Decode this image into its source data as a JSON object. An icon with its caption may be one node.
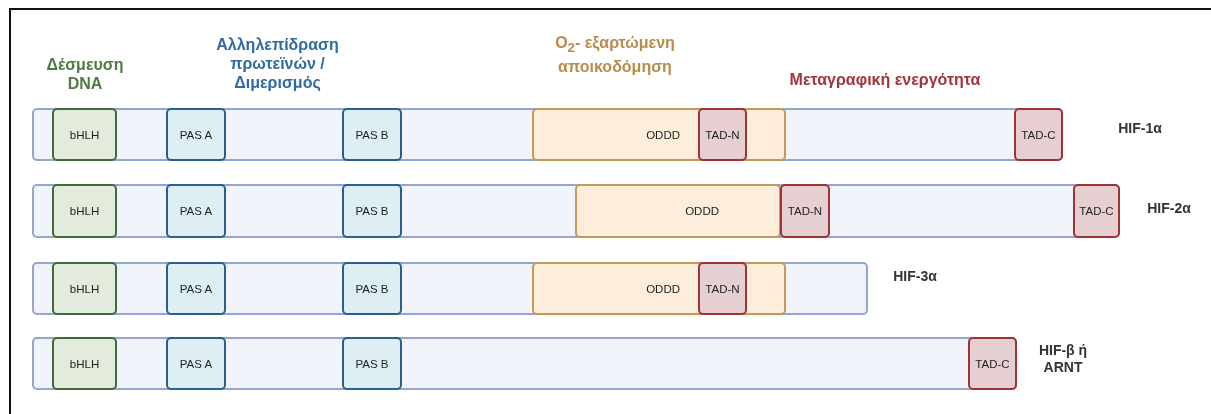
{
  "diagram": {
    "nodes": [
      {
        "text": [],
        "shape": "bar",
        "beside": [
          "HIF-1α"
        ]
      },
      {
        "text": [
          "bHLH"
        ],
        "in": 0
      },
      {
        "text": [
          "PAS A"
        ],
        "in": 0
      },
      {
        "text": [
          "PAS B"
        ],
        "in": 0
      },
      {
        "text": [
          "ODDD"
        ],
        "in": 0
      },
      {
        "text": [
          "TAD-N"
        ],
        "in": 4
      },
      {
        "text": [
          "TAD-C"
        ],
        "in": 0
      },
      {
        "text": [],
        "shape": "bar",
        "beside": [
          "HIF-2α"
        ]
      },
      {
        "text": [
          "bHLH"
        ],
        "in": 7
      },
      {
        "text": [
          "PAS A"
        ],
        "in": 7
      },
      {
        "text": [
          "PAS B"
        ],
        "in": 7
      },
      {
        "text": [
          "ODDD"
        ],
        "in": 7
      },
      {
        "text": [
          "TAD-N"
        ],
        "in": 7
      },
      {
        "text": [
          "TAD-C"
        ],
        "in": 7
      },
      {
        "text": [],
        "shape": "bar",
        "beside": [
          "HIF-3α"
        ]
      },
      {
        "text": [
          "bHLH"
        ],
        "in": 14
      },
      {
        "text": [
          "PAS A"
        ],
        "in": 14
      },
      {
        "text": [
          "PAS B"
        ],
        "in": 14
      },
      {
        "text": [
          "ODDD"
        ],
        "in": 14
      },
      {
        "text": [
          "TAD-N"
        ],
        "in": 18
      },
      {
        "text": [],
        "shape": "bar",
        "beside": [
          "HIF-β ή ARNT"
        ]
      },
      {
        "text": [
          "bHLH"
        ],
        "in": 20
      },
      {
        "text": [
          "PAS A"
        ],
        "in": 20
      },
      {
        "text": [
          "PAS B"
        ],
        "in": 20
      },
      {
        "text": [
          "TAD-C"
        ],
        "in": 20
      }
    ],
    "labels": [
      "Δέσμευση DNA",
      "Αλληλεπίδραση πρωτεϊνών / Διμερισμός",
      "O$_{2}$- εξαρτώμενη αποικοδόμηση",
      "Μεταγραφική ενεργότητα"
    ]
  }
}
